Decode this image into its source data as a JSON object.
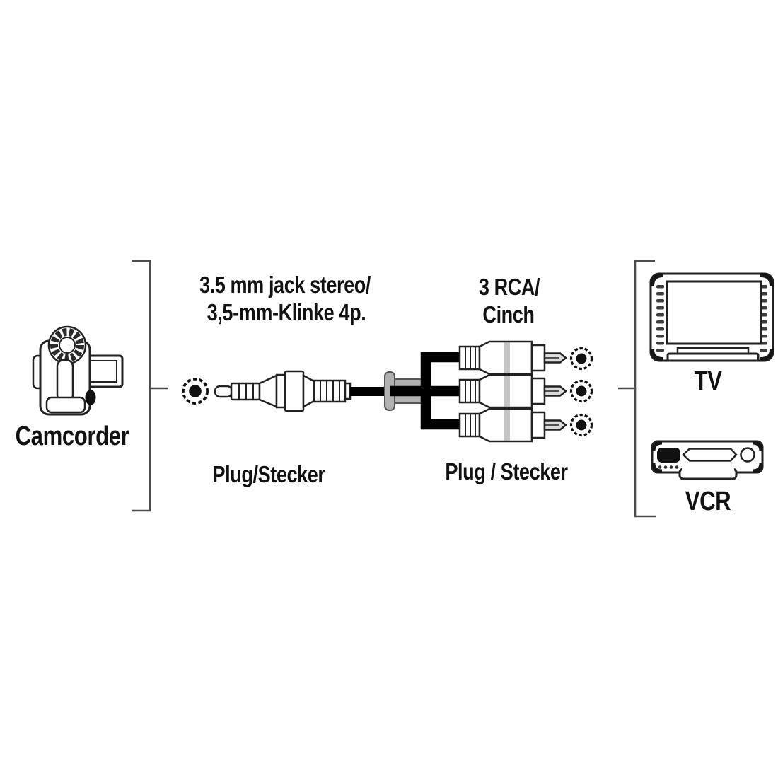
{
  "diagram": {
    "description": "Adapter cable connection diagram: 3.5 mm stereo jack to 3 RCA/Cinch plugs, linking a camcorder to TV and VCR",
    "source": {
      "device_label": "Camcorder",
      "connector_line1": "3.5 mm jack stereo/",
      "connector_line2": "3,5-mm-Klinke 4p.",
      "plug_label": "Plug/Stecker"
    },
    "target": {
      "connector_line1": "3 RCA/",
      "connector_line2": "Cinch",
      "plug_label": "Plug / Stecker",
      "device_top_label": "TV",
      "device_bottom_label": "VCR"
    },
    "icons": [
      "camcorder-icon",
      "jack-socket-icon",
      "jack-plug-icon",
      "splitter-icon",
      "rca-plug-icon",
      "rca-socket-icon",
      "tv-icon",
      "vcr-icon",
      "left-bracket",
      "right-bracket"
    ],
    "colors": {
      "background": "#ffffff",
      "outline": "#1f1f1f",
      "cable": "#000000",
      "shade": "#b0b0b0",
      "seam": "#c4c4c4",
      "bracket": "#4d4d4d",
      "text": "#111111"
    }
  }
}
